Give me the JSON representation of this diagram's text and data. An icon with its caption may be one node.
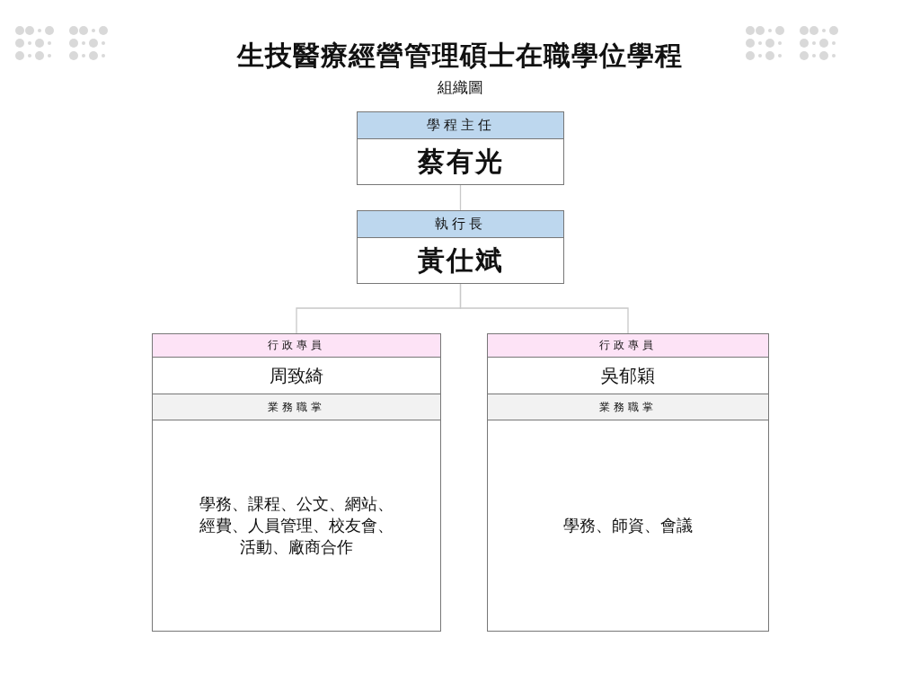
{
  "diagram": {
    "title": "生技醫療經營管理碩士在職學位學程",
    "caption": "組織圖",
    "nodes": [
      {
        "text": [
          "學程主任",
          "蔡有光"
        ]
      },
      {
        "text": [
          "執行長",
          "黃仕斌"
        ]
      },
      {
        "text": [
          "行政專員",
          "周致綺",
          "業務職掌",
          "學務、課程、公文、網站、經費、人員管理、校友會、活動、廠商合作"
        ]
      },
      {
        "text": [
          "行政專員",
          "吳郁穎",
          "業務職掌",
          "學務、師資、會議"
        ]
      }
    ],
    "edges": [
      {
        "from": 0,
        "to": 1,
        "arrow": "none"
      },
      {
        "from": 1,
        "to": 2,
        "arrow": "none"
      },
      {
        "from": 1,
        "to": 3,
        "arrow": "none"
      }
    ]
  }
}
